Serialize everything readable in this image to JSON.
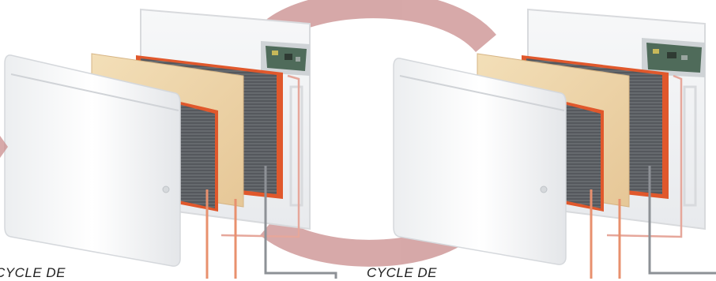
{
  "captions": {
    "left": "CYCLE DE",
    "right": "CYCLE DE"
  },
  "colors": {
    "panel_white": "#f6f7f8",
    "wood": "#eed9b4",
    "mesh_dark": "#4a4d52",
    "orange_trim": "#e0582c",
    "pink_wire": "#e6a79b",
    "cycle_arrow": "#c98c8c",
    "back_panel": "#f2f3f5"
  },
  "icons": [
    "cycle-arrow",
    "control-board",
    "power-button"
  ]
}
